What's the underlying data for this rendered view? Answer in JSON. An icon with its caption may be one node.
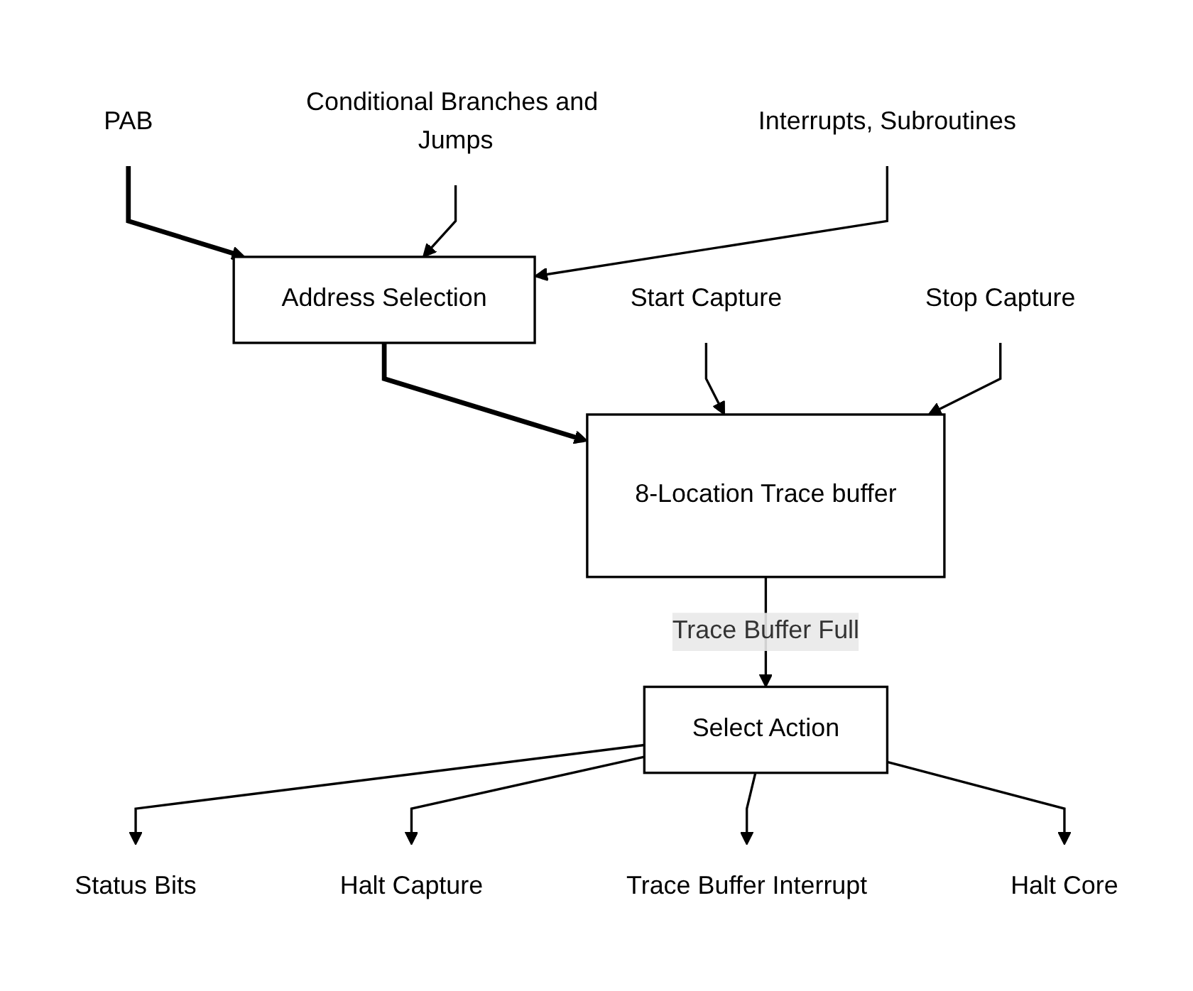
{
  "diagram": {
    "nodes": [
      {
        "text": [
          "PAB"
        ]
      },
      {
        "text": [
          "Conditional Branches and Jumps"
        ]
      },
      {
        "text": [
          "Interrupts, Subroutines"
        ]
      },
      {
        "text": [
          "Address Selection"
        ]
      },
      {
        "text": [
          "Start Capture"
        ]
      },
      {
        "text": [
          "8-Location Trace buffer"
        ]
      },
      {
        "text": [
          "Stop Capture"
        ]
      },
      {
        "text": [
          "Select Action"
        ]
      },
      {
        "text": [
          "Status Bits"
        ]
      },
      {
        "text": [
          "Halt Capture"
        ]
      },
      {
        "text": [
          "Trace Buffer Interrupt"
        ]
      },
      {
        "text": [
          "Halt Core"
        ]
      }
    ],
    "edges": [
      {
        "from": 0,
        "to": 3,
        "arrow": "to",
        "style": "thick"
      },
      {
        "from": 1,
        "to": 3,
        "arrow": "to"
      },
      {
        "from": 2,
        "to": 3,
        "arrow": "to"
      },
      {
        "from": 3,
        "to": 5,
        "arrow": "to",
        "style": "thick"
      },
      {
        "from": 4,
        "to": 5,
        "arrow": "to"
      },
      {
        "from": 6,
        "to": 5,
        "arrow": "to"
      },
      {
        "from": 5,
        "to": 7,
        "arrow": "to",
        "label": "Trace Buffer Full"
      },
      {
        "from": 7,
        "to": 8,
        "arrow": "to"
      },
      {
        "from": 7,
        "to": 9,
        "arrow": "to"
      },
      {
        "from": 7,
        "to": 10,
        "arrow": "to"
      },
      {
        "from": 7,
        "to": 11,
        "arrow": "to"
      }
    ]
  }
}
